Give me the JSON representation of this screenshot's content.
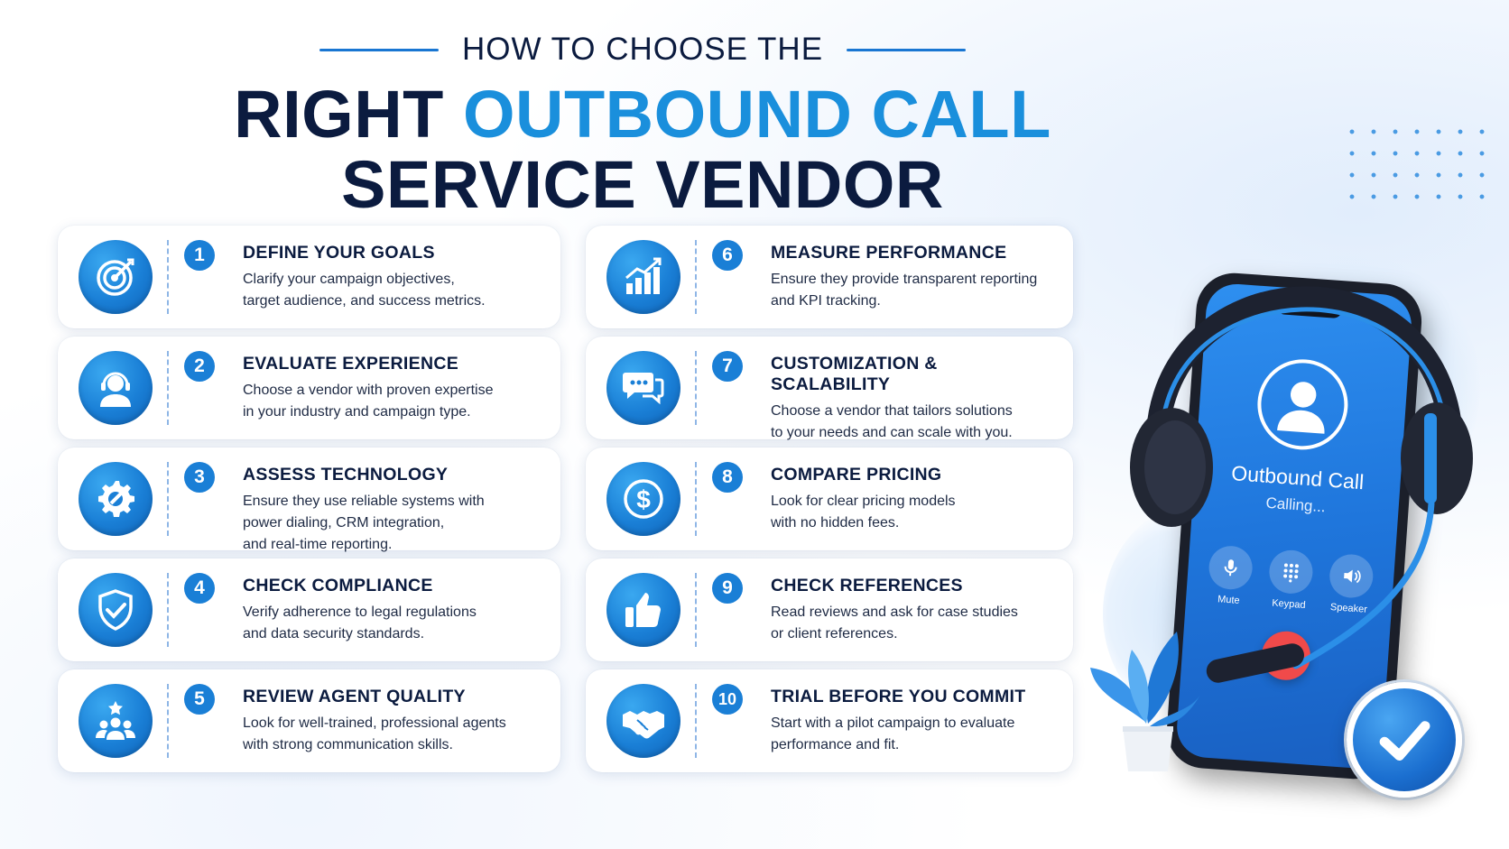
{
  "header": {
    "pre_title": "HOW TO CHOOSE THE",
    "title_part1": "RIGHT ",
    "title_part2": "OUTBOUND CALL",
    "title_line2": "SERVICE VENDOR"
  },
  "steps": [
    {
      "number": "1",
      "title": "DEFINE YOUR GOALS",
      "description": "Clarify your campaign objectives,\ntarget audience, and success metrics.",
      "icon": "target-icon"
    },
    {
      "number": "6",
      "title": "MEASURE PERFORMANCE",
      "description": "Ensure they provide transparent reporting\nand KPI tracking.",
      "icon": "growth-chart-icon"
    },
    {
      "number": "2",
      "title": "EVALUATE EXPERIENCE",
      "description": "Choose a vendor with proven expertise\nin your industry and campaign type.",
      "icon": "agent-headset-icon"
    },
    {
      "number": "7",
      "title": "CUSTOMIZATION & SCALABILITY",
      "description": "Choose a vendor that tailors solutions\nto your needs and can scale with you.",
      "icon": "chat-bubbles-icon"
    },
    {
      "number": "3",
      "title": "ASSESS TECHNOLOGY",
      "description": "Ensure they use reliable systems with\npower dialing, CRM integration,\nand real-time reporting.",
      "icon": "gear-wrench-icon"
    },
    {
      "number": "8",
      "title": "COMPARE PRICING",
      "description": "Look for clear pricing models\nwith no hidden fees.",
      "icon": "dollar-icon"
    },
    {
      "number": "4",
      "title": "CHECK COMPLIANCE",
      "description": "Verify adherence to legal regulations\nand data security standards.",
      "icon": "shield-check-icon"
    },
    {
      "number": "9",
      "title": "CHECK REFERENCES",
      "description": "Read reviews and ask for case studies\nor client references.",
      "icon": "thumbs-up-icon"
    },
    {
      "number": "5",
      "title": "REVIEW AGENT QUALITY",
      "description": "Look for well-trained, professional agents\nwith strong communication skills.",
      "icon": "team-star-icon"
    },
    {
      "number": "10",
      "title": "TRIAL BEFORE YOU COMMIT",
      "description": "Start with a pilot campaign to evaluate\nperformance and fit.",
      "icon": "handshake-icon"
    }
  ],
  "phone": {
    "call_title": "Outbound Call",
    "call_status": "Calling...",
    "controls": [
      {
        "label": "Mute",
        "icon": "microphone-icon"
      },
      {
        "label": "Keypad",
        "icon": "keypad-icon"
      },
      {
        "label": "Speaker",
        "icon": "speaker-icon"
      }
    ],
    "hangup_icon": "hangup-icon"
  },
  "colors": {
    "navy": "#0b1b3f",
    "accent_blue": "#1a8fdc",
    "icon_blue": "#1a7fd6",
    "hangup_red": "#f04a4a"
  }
}
